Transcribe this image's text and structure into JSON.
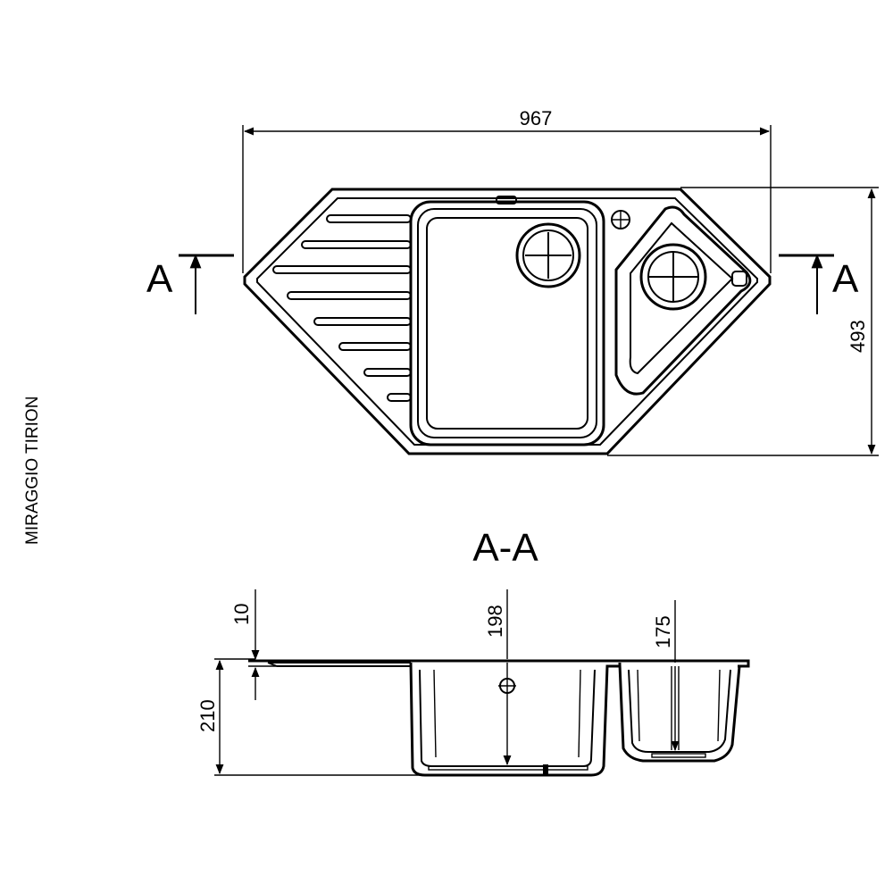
{
  "model_label": "MIRAGGIO TIRION",
  "section_title": "A-A",
  "section_marker": "A",
  "dimensions": {
    "width": "967",
    "depth": "493",
    "rim_thickness": "10",
    "total_height": "210",
    "main_bowl_depth": "198",
    "small_bowl_depth": "175"
  }
}
